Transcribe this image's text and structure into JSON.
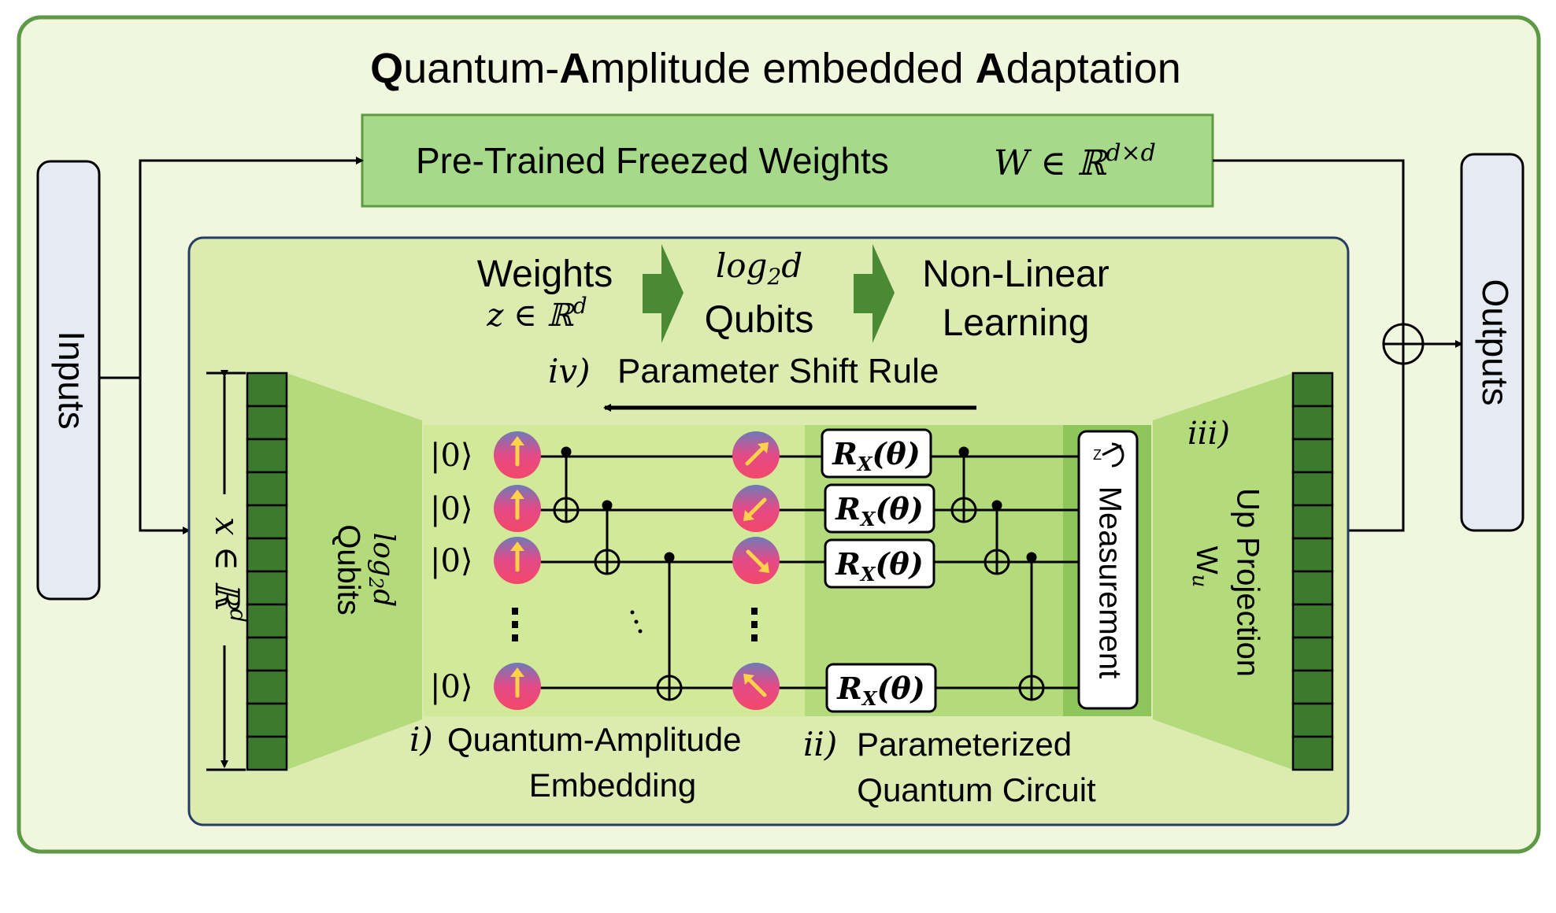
{
  "title": {
    "q": "Q",
    "part1": "uantum-",
    "a1": "A",
    "part2": "mplitude embedded ",
    "a2": "A",
    "part3": "daptation"
  },
  "top_box": {
    "label": "Pre-Trained Freezed Weights",
    "math": "W ∈ ℝ",
    "math_sup": "d×d"
  },
  "inputs_label": "Inputs",
  "outputs_label": "Outputs",
  "input_vector": {
    "math": "x ∈ ℝ",
    "sup": "d"
  },
  "down_proj": {
    "math": "log",
    "sub": "2",
    "var": "d",
    "label": "Qubits"
  },
  "flow": {
    "weights_label": "Weights",
    "weights_math": "z ∈ ℝ",
    "weights_sup": "d",
    "qubits_math": "log",
    "qubits_sub": "2",
    "qubits_var": "d",
    "qubits_label": "Qubits",
    "nonlinear_line1": "Non-Linear",
    "nonlinear_line2": "Learning"
  },
  "stage_iv": {
    "roman": "iv)",
    "label": "Parameter Shift Rule"
  },
  "stage_i": {
    "roman": "i)",
    "line1": "Quantum-Amplitude",
    "line2": "Embedding"
  },
  "stage_ii": {
    "roman": "ii)",
    "line1": "Parameterized",
    "line2": "Quantum Circuit"
  },
  "stage_iii": {
    "roman": "iii)",
    "label": "Up Projection",
    "math": "W",
    "sub": "u"
  },
  "ket_label": "|0⟩",
  "gate": {
    "r": "R",
    "sub": "X",
    "arg": "(θ)"
  },
  "measurement_label": "Measurement",
  "colors": {
    "outer_fill": "#f1f6df",
    "outer_border": "#5e9a45",
    "inner_fill": "#dcebb0",
    "top_box_fill": "#a7d98a",
    "circuit_fill": "#b4db7b",
    "matrix_fill": "#3c7b2e",
    "arrow_fill": "#4a8a33",
    "io_fill": "#e6eaf3"
  }
}
